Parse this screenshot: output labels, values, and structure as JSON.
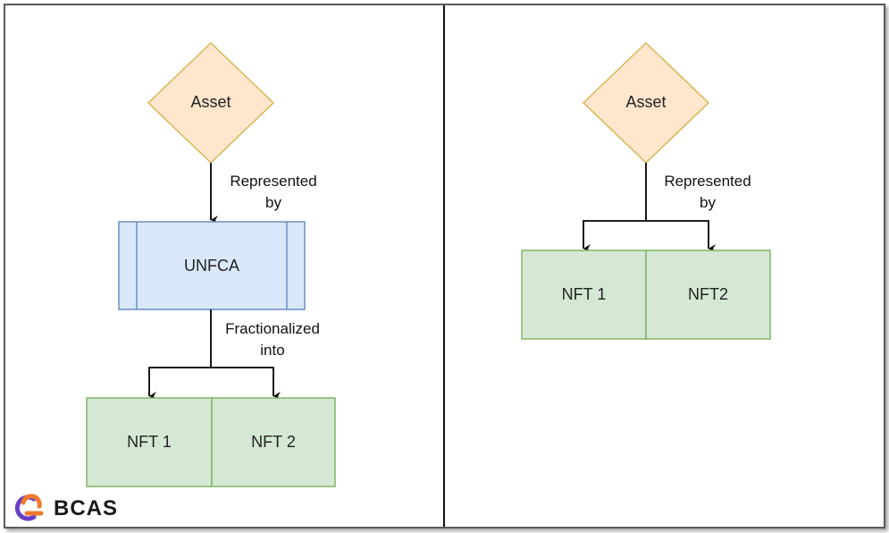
{
  "left_panel": {
    "asset_label": "Asset",
    "edge1_label_line1": "Represented",
    "edge1_label_line2": "by",
    "unfca_label": "UNFCA",
    "edge2_label_line1": "Fractionalized",
    "edge2_label_line2": "into",
    "nft1_label": "NFT 1",
    "nft2_label": "NFT 2"
  },
  "right_panel": {
    "asset_label": "Asset",
    "edge_label_line1": "Represented",
    "edge_label_line2": "by",
    "nft1_label": "NFT 1",
    "nft2_label": "NFT2"
  },
  "logo": {
    "text": "BCAS"
  },
  "colors": {
    "asset_fill": "#ffe6cc",
    "asset_stroke": "#d6b656",
    "unfca_fill": "#dae8fc",
    "unfca_stroke": "#6c8ebf",
    "nft_fill": "#d5e8d4",
    "nft_stroke": "#82b366",
    "logo_orange": "#f07a2b",
    "logo_purple": "#6a3fc8"
  }
}
